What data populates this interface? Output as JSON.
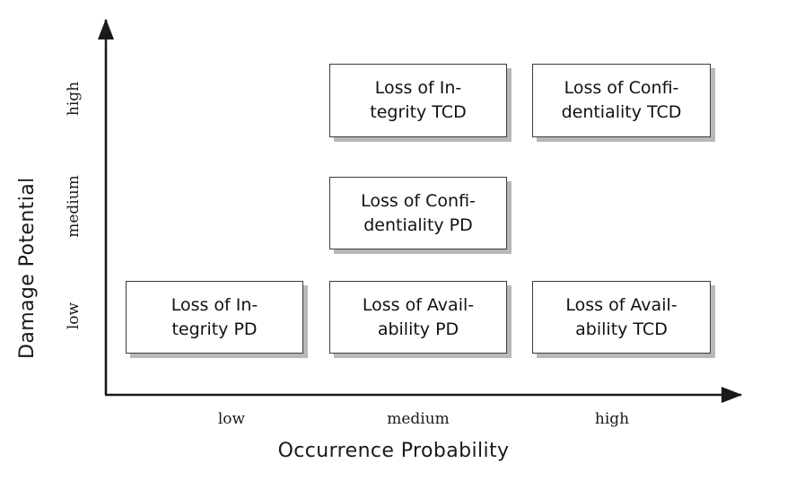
{
  "chart_data": {
    "type": "heatmap",
    "title": "",
    "xlabel": "Occurrence Probability",
    "ylabel": "Damage Potential",
    "x_categories": [
      "low",
      "medium",
      "high"
    ],
    "y_categories": [
      "low",
      "medium",
      "high"
    ],
    "grid": false,
    "legend": "none",
    "axis_style": "arrow",
    "cells": [
      {
        "x": "medium",
        "y": "high",
        "label": "Loss of Integrity TCD",
        "lines": [
          "Loss of In-",
          "tegrity TCD"
        ]
      },
      {
        "x": "high",
        "y": "high",
        "label": "Loss of Confidentiality TCD",
        "lines": [
          "Loss of Confi-",
          "dentiality TCD"
        ]
      },
      {
        "x": "medium",
        "y": "medium",
        "label": "Loss of Confidentiality PD",
        "lines": [
          "Loss of Confi-",
          "dentiality PD"
        ]
      },
      {
        "x": "low",
        "y": "low",
        "label": "Loss of Integrity PD",
        "lines": [
          "Loss of In-",
          "tegrity PD"
        ]
      },
      {
        "x": "medium",
        "y": "low",
        "label": "Loss of Availability PD",
        "lines": [
          "Loss of Avail-",
          "ability PD"
        ]
      },
      {
        "x": "high",
        "y": "low",
        "label": "Loss of Availability TCD",
        "lines": [
          "Loss of Avail-",
          "ability TCD"
        ]
      }
    ],
    "empty_cells": [
      {
        "x": "low",
        "y": "high"
      },
      {
        "x": "low",
        "y": "medium"
      },
      {
        "x": "high",
        "y": "medium"
      }
    ]
  },
  "colors": {
    "background": "#ffffff",
    "axis": "#1a1a1a",
    "box_border": "#3b3b3b",
    "box_fill": "#ffffff",
    "box_shadow": "#b8b8b8",
    "text": "#111111"
  },
  "axes": {
    "x_title": "Occurrence Probability",
    "y_title": "Damage Potential",
    "x_ticks": [
      "low",
      "medium",
      "high"
    ],
    "y_ticks": [
      "high",
      "medium",
      "low"
    ]
  },
  "boxes": {
    "integrity_tcd_line1": "Loss of In-",
    "integrity_tcd_line2": "tegrity TCD",
    "confidentiality_tcd_line1": "Loss of Confi-",
    "confidentiality_tcd_line2": "dentiality TCD",
    "confidentiality_pd_line1": "Loss of Confi-",
    "confidentiality_pd_line2": "dentiality PD",
    "integrity_pd_line1": "Loss of In-",
    "integrity_pd_line2": "tegrity PD",
    "availability_pd_line1": "Loss of Avail-",
    "availability_pd_line2": "ability PD",
    "availability_tcd_line1": "Loss of Avail-",
    "availability_tcd_line2": "ability TCD"
  }
}
